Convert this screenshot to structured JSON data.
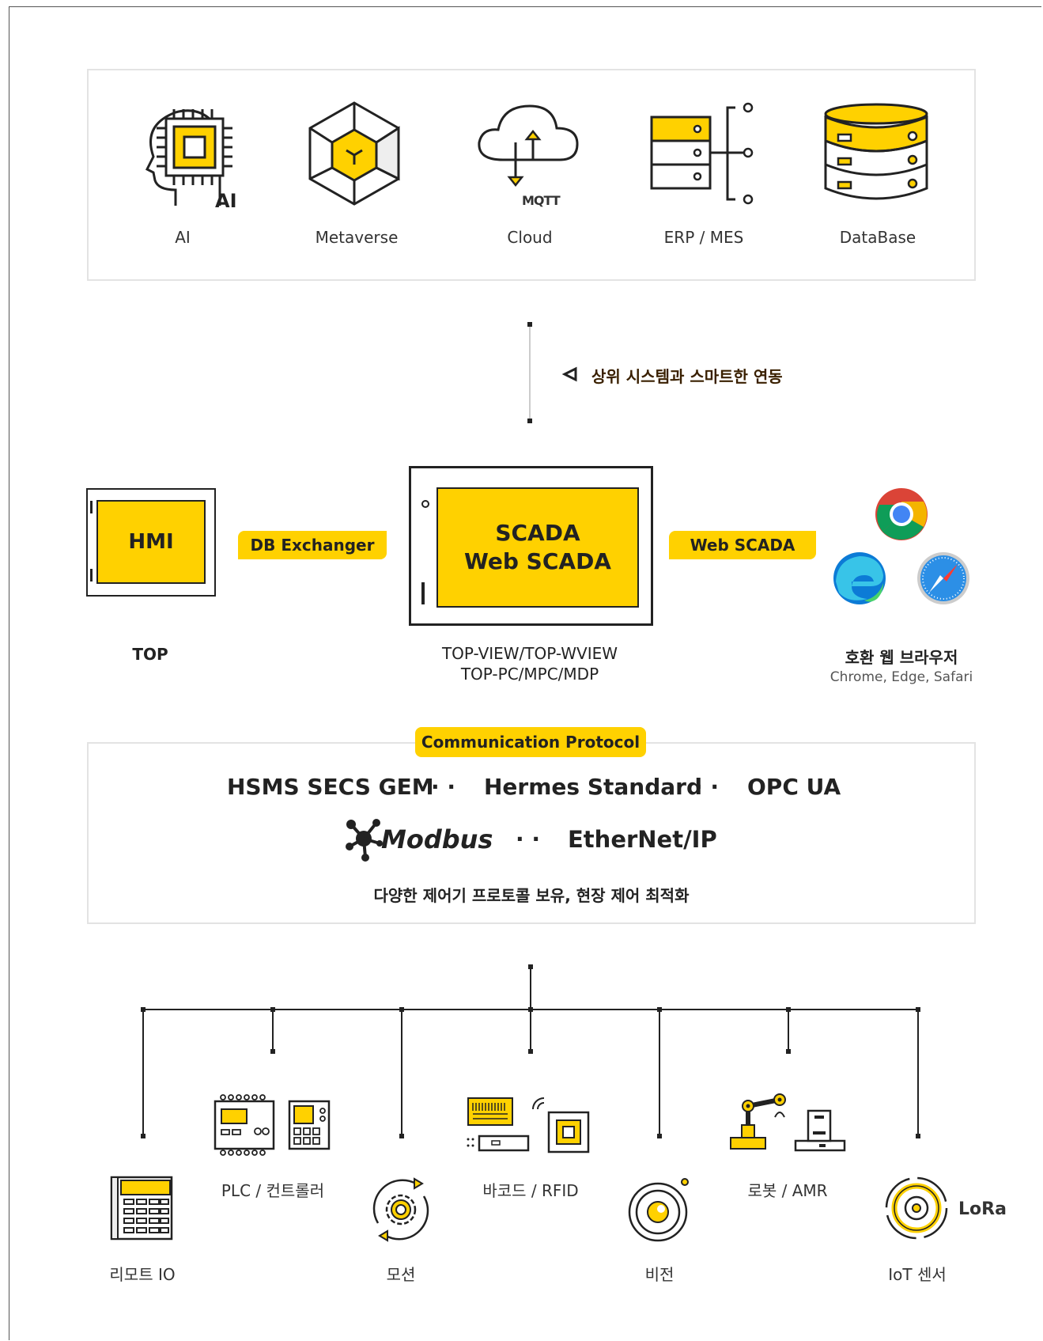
{
  "top_systems": [
    {
      "label": "AI",
      "icon": "ai-head-chip-icon",
      "badge": "AI"
    },
    {
      "label": "Metaverse",
      "icon": "metaverse-cube-icon"
    },
    {
      "label": "Cloud",
      "icon": "cloud-mqtt-icon",
      "badge": "MQTT"
    },
    {
      "label": "ERP / MES",
      "icon": "server-rack-icon"
    },
    {
      "label": "DataBase",
      "icon": "database-icon"
    }
  ],
  "link_caption": "상위 시스템과 스마트한 연동",
  "devices": {
    "hmi": {
      "screen": "HMI",
      "caption": "TOP"
    },
    "db_exchanger": "DB Exchanger",
    "scada": {
      "screen_line1": "SCADA",
      "screen_line2": "Web SCADA",
      "caption_line1": "TOP-VIEW/TOP-WVIEW",
      "caption_line2": "TOP-PC/MPC/MDP"
    },
    "web_scada": "Web SCADA",
    "browsers": {
      "caption": "호환 웹 브라우저",
      "sub": "Chrome, Edge, Safari",
      "icons": [
        "chrome-icon",
        "edge-icon",
        "safari-icon"
      ]
    }
  },
  "protocol": {
    "tag": "Communication Protocol",
    "row1": [
      "HSMS SECS GEM",
      "Hermes Standard",
      "OPC UA"
    ],
    "separator": "·  ·",
    "row2": [
      "Modbus",
      "EtherNet/IP"
    ],
    "caption": "다양한 제어기 프로토콜 보유, 현장 제어 최적화"
  },
  "field_devices": [
    {
      "label": "리모트 IO",
      "icon": "remote-io-icon"
    },
    {
      "label": "PLC / 컨트롤러",
      "icon": "plc-controller-icon"
    },
    {
      "label": "모션",
      "icon": "motion-gear-icon"
    },
    {
      "label": "바코드 / RFID",
      "icon": "barcode-rfid-icon"
    },
    {
      "label": "비전",
      "icon": "vision-camera-icon"
    },
    {
      "label": "로봇 / AMR",
      "icon": "robot-amr-icon"
    },
    {
      "label": "IoT 센서",
      "icon": "iot-sensor-icon",
      "badge": "LoRa"
    }
  ],
  "colors": {
    "accent": "#ffd100",
    "line": "#222222",
    "border": "#e3e3e3"
  }
}
